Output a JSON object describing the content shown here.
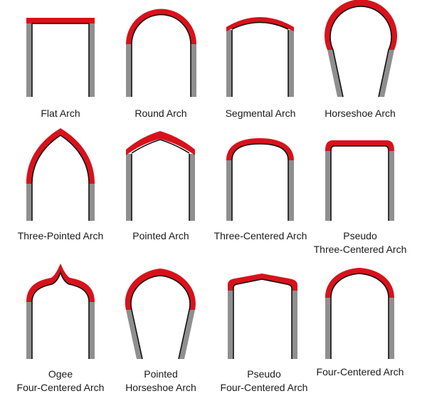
{
  "colors": {
    "arch": "#d8121b",
    "jamb": "#8f8f8f",
    "outline": "#111111",
    "background": "#ffffff"
  },
  "arches": [
    {
      "id": "flat-arch",
      "lines": [
        "Flat Arch"
      ]
    },
    {
      "id": "round-arch",
      "lines": [
        "Round Arch"
      ]
    },
    {
      "id": "segmental-arch",
      "lines": [
        "Segmental Arch"
      ]
    },
    {
      "id": "horseshoe-arch",
      "lines": [
        "Horseshoe Arch"
      ]
    },
    {
      "id": "three-pointed-arch",
      "lines": [
        "Three-Pointed Arch"
      ]
    },
    {
      "id": "pointed-arch",
      "lines": [
        "Pointed Arch"
      ]
    },
    {
      "id": "three-centered-arch",
      "lines": [
        "Three-Centered Arch"
      ]
    },
    {
      "id": "pseudo-three-centered-arch",
      "lines": [
        "Pseudo",
        "Three-Centered Arch"
      ]
    },
    {
      "id": "ogee-four-centered-arch",
      "lines": [
        "Ogee",
        "Four-Centered Arch"
      ]
    },
    {
      "id": "pointed-horseshoe-arch",
      "lines": [
        "Pointed",
        "Horseshoe Arch"
      ]
    },
    {
      "id": "pseudo-four-centered-arch",
      "lines": [
        "Pseudo",
        "Four-Centered Arch"
      ]
    },
    {
      "id": "four-centered-arch",
      "lines": [
        "Four-Centered Arch"
      ]
    }
  ]
}
